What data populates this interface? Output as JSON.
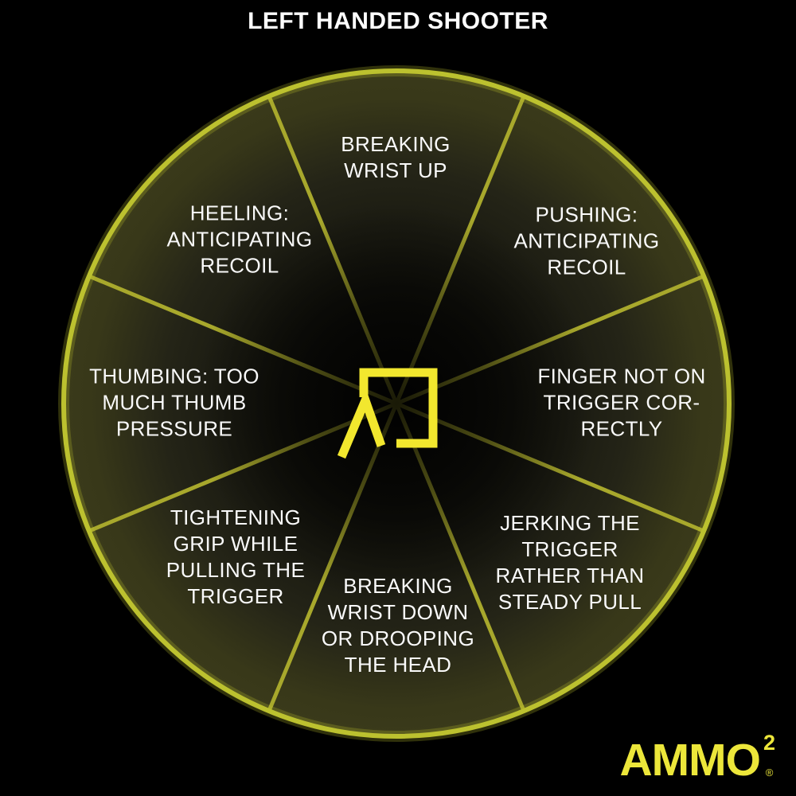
{
  "title": "LEFT HANDED SHOOTER",
  "wheel": {
    "description": "shot-correction wheel with 8 segments",
    "segments": [
      {
        "position": "top",
        "label": "BREAKING\nWRIST UP"
      },
      {
        "position": "top-right",
        "label": "PUSHING:\nANTICIPATING\nRECOIL"
      },
      {
        "position": "right",
        "label": "FINGER NOT ON\nTRIGGER COR-\nRECTLY"
      },
      {
        "position": "bottom-right",
        "label": "JERKING THE\nTRIGGER\nRATHER THAN\nSTEADY PULL"
      },
      {
        "position": "bottom",
        "label": "BREAKING\nWRIST DOWN\nOR DROOPING\nTHE HEAD"
      },
      {
        "position": "bottom-left",
        "label": "TIGHTENING\nGRIP WHILE\nPULLING THE\nTRIGGER"
      },
      {
        "position": "left",
        "label": "THUMBING: TOO\nMUCH THUMB\nPRESSURE"
      },
      {
        "position": "top-left",
        "label": "HEELING:\nANTICIPATING\nRECOIL"
      }
    ]
  },
  "brand": {
    "name": "AMMO",
    "superscript": "2",
    "registered": "®"
  },
  "colors": {
    "background": "#000000",
    "rim_yellow": "#bcc12f",
    "spoke_olive": "#a8a82c",
    "segment_edge_olive": "#3a3a1a",
    "label_text": "#fafafa",
    "logo_yellow": "#f2e72e",
    "brand_yellow": "#ece63a",
    "title_white": "#ffffff"
  }
}
